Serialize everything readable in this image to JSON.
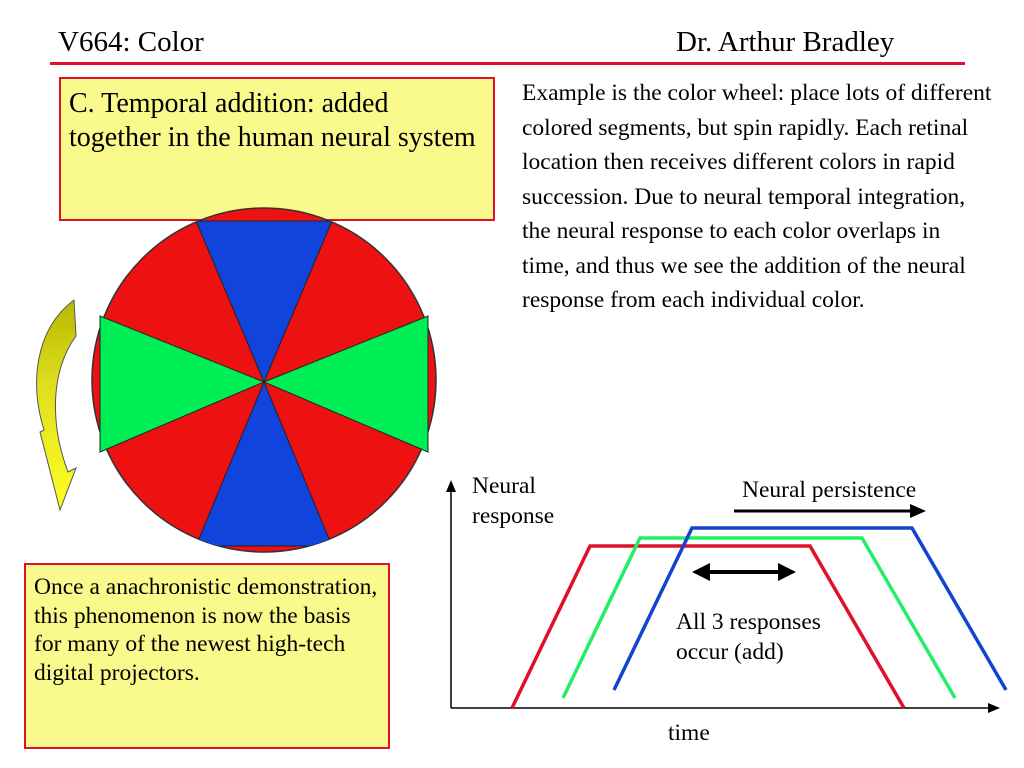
{
  "header": {
    "course": "V664: Color",
    "author": "Dr. Arthur Bradley"
  },
  "heading_box": {
    "text": "C.  Temporal addition:  added together in the human neural system"
  },
  "description": "Example is the color wheel:  place lots of different colored segments, but spin rapidly.  Each retinal location then receives different colors in rapid succession.  Due to neural temporal integration, the neural response to each color overlaps in time, and thus we see the addition of the neural response from each individual color.",
  "note_box": {
    "text": "Once a anachronistic demonstration, this phenomenon is now the basis for many of the newest high-tech digital projectors."
  },
  "graph": {
    "y_label": "Neural response",
    "x_label": "time",
    "persistence_label": "Neural persistence",
    "overlap_label": "All 3 responses occur  (add)",
    "response_colors": [
      "#e0102a",
      "#22ee66",
      "#1144d0"
    ]
  },
  "color_wheel": {
    "colors": {
      "background": "#ee1111",
      "vertical_segments": "#1144dd",
      "horizontal_segments": "#00ee55"
    },
    "arrow_color": "#eeee22"
  },
  "theme": {
    "accent": "#e0102a",
    "box_fill": "#fafa8c"
  }
}
